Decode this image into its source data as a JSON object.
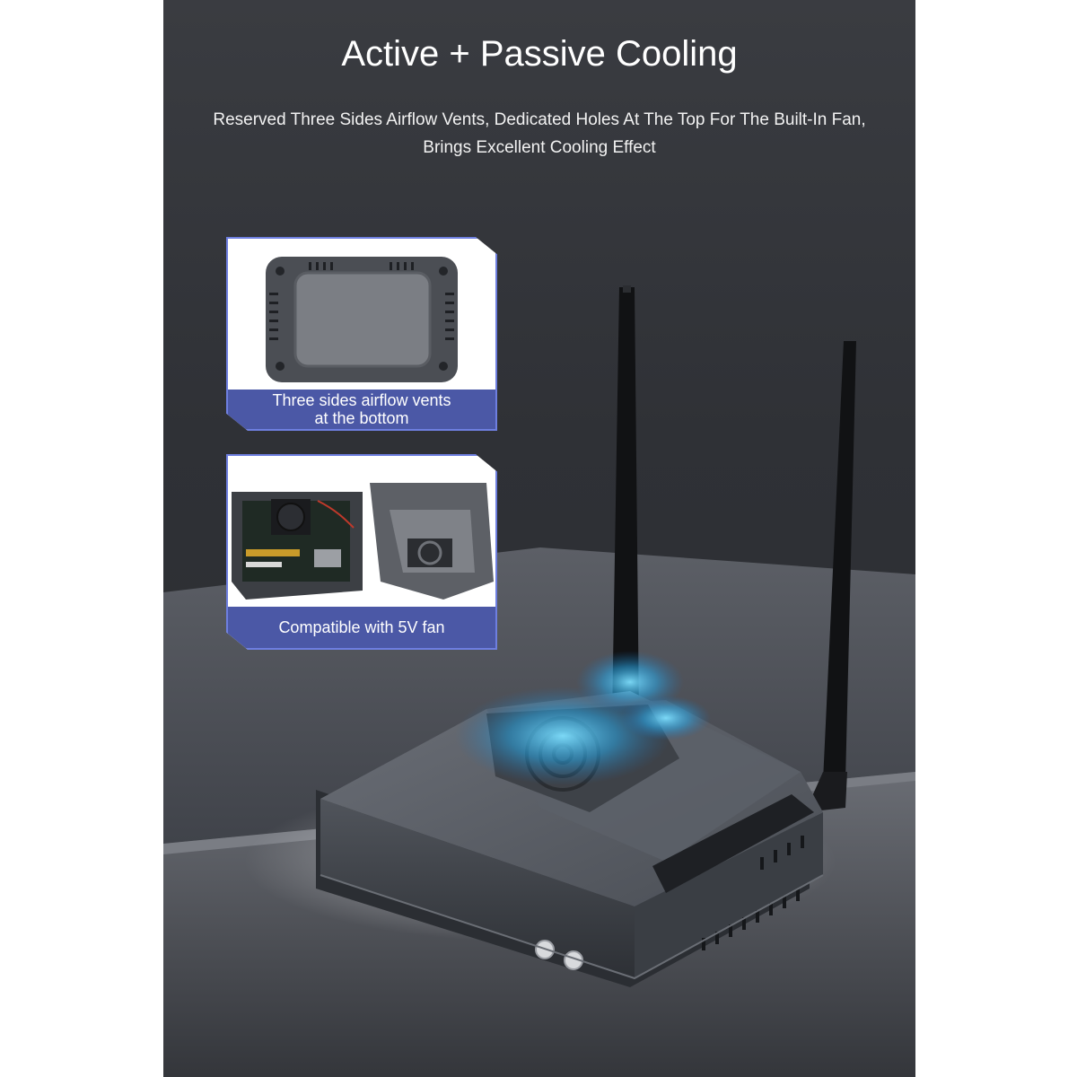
{
  "header": {
    "title": "Active + Passive Cooling",
    "subtitle_line1": "Reserved Three Sides Airflow Vents, Dedicated Holes At The Top For The Built-In Fan,",
    "subtitle_line2": "Brings Excellent Cooling Effect"
  },
  "callouts": [
    {
      "label_line1": "Three sides airflow vents",
      "label_line2": "at the bottom",
      "icon": "case-bottom-vents-image"
    },
    {
      "label": "Compatible with 5V fan",
      "icon": "fan-mounted-board-image"
    }
  ],
  "colors": {
    "background": "#2f3136",
    "card_border": "#6e7fe0",
    "label_band": "#4b58a6",
    "cooling_glow": "#3fc4ff"
  }
}
